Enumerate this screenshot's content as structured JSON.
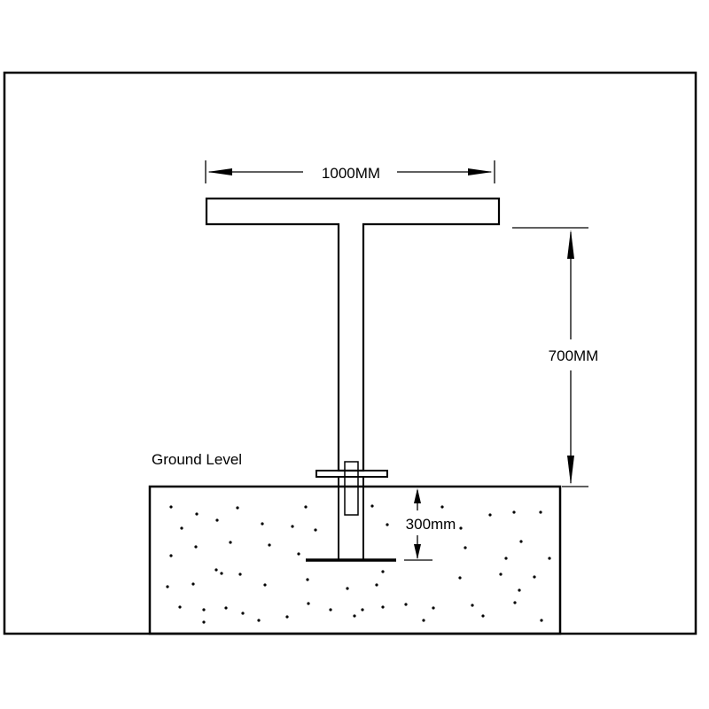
{
  "diagram": {
    "labels": {
      "width": "1000MM",
      "height": "700MM",
      "depth": "300mm",
      "ground": "Ground Level"
    },
    "colors": {
      "stroke": "#000000",
      "background": "#ffffff"
    }
  }
}
